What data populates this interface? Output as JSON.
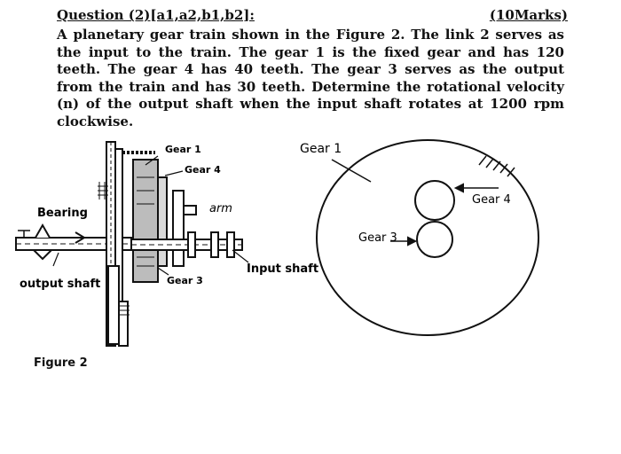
{
  "question": {
    "number_label": "Question (2)[a1,a2,b1,b2]:",
    "marks": "(10Marks)",
    "text": "A planetary gear train shown in the Figure 2. The link 2 serves as the input to the train. The gear 1 is the fixed gear and has 120 teeth. The gear 4 has 40 teeth. The gear 3 serves as the output from the train and has 30 teeth. Determine the rotational velocity (n) of the output shaft when the input shaft rotates at 1200 rpm clockwise."
  },
  "figure": {
    "caption": "Figure 2",
    "left_labels": {
      "gear1": "Gear 1",
      "gear4": "Gear 4",
      "arm": "arm",
      "bearing": "Bearing",
      "output_shaft": "output shaft",
      "gear3": "Gear 3",
      "input_shaft": "Input shaft"
    },
    "right_labels": {
      "gear1": "Gear 1",
      "gear4": "Gear 4",
      "gear3": "Gear 3"
    }
  }
}
